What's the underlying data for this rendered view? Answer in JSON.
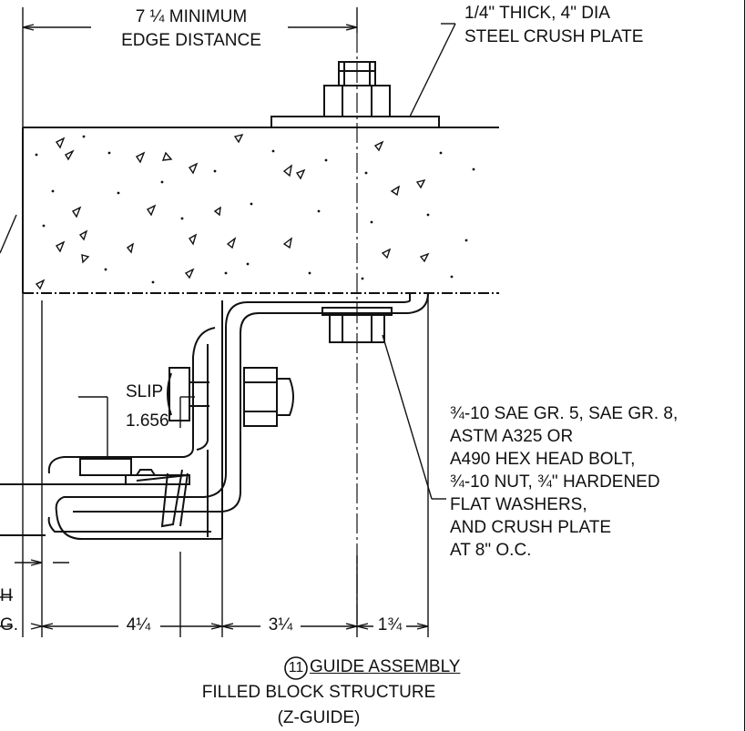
{
  "labels": {
    "edge_distance_line1": "7 ¼ MINIMUM",
    "edge_distance_line2": "EDGE DISTANCE",
    "crush_plate_line1": "1/4\" THICK, 4\" DIA",
    "crush_plate_line2": "STEEL CRUSH PLATE",
    "slip": "SLIP",
    "slip_value": "1.656",
    "bolt_spec_lines": [
      "¾-10 SAE GR. 5, SAE GR. 8,",
      "ASTM A325 OR",
      "A490 HEX HEAD BOLT,",
      "¾-10 NUT,  ¾\" HARDENED",
      "FLAT WASHERS,",
      "AND CRUSH PLATE",
      "AT 8\" O.C."
    ],
    "left_partial_upper": "H",
    "left_partial_lower": "G."
  },
  "dimensions": {
    "dim_a": "4¼",
    "dim_b": "3¼",
    "dim_c": "1¾"
  },
  "title": {
    "detail_number": "11",
    "name": "GUIDE ASSEMBLY",
    "subtitle": "FILLED BLOCK STRUCTURE",
    "type": "(Z-GUIDE)"
  },
  "colors": {
    "ink": "#111111",
    "background": "#ffffff"
  }
}
